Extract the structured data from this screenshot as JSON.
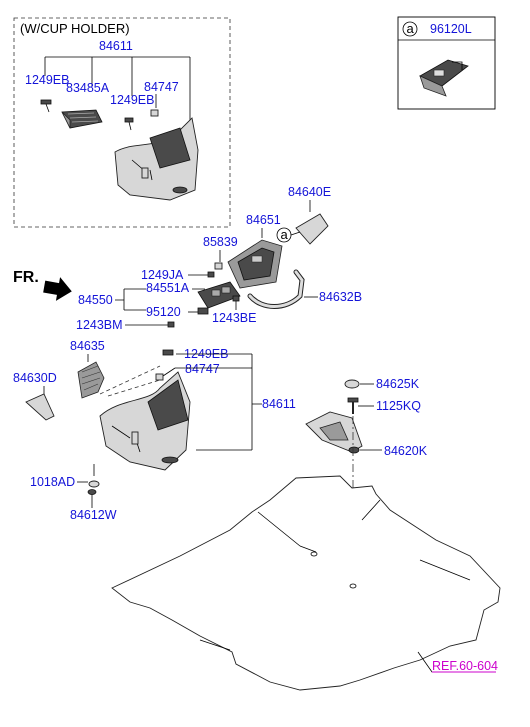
{
  "inset": {
    "title": "(W/CUP HOLDER)",
    "part": "84611",
    "parts": [
      "1249EB",
      "83485A",
      "1249EB",
      "84747"
    ]
  },
  "legend": {
    "marker": "a",
    "part": "96120L"
  },
  "front_marker": "FR.",
  "labels": {
    "p84640E": "84640E",
    "p84651": "84651",
    "p85839": "85839",
    "callout_a": "a",
    "p1249JA": "1249JA",
    "p84551A": "84551A",
    "p84550": "84550",
    "p84632B": "84632B",
    "p95120": "95120",
    "p1243BE": "1243BE",
    "p1243BM": "1243BM",
    "p84635": "84635",
    "p1249EB": "1249EB",
    "p84747": "84747",
    "p84630D": "84630D",
    "p84611": "84611",
    "p84625K": "84625K",
    "p1125KQ": "1125KQ",
    "p84620K": "84620K",
    "p1018AD": "1018AD",
    "p84612W": "84612W"
  },
  "reference": "REF.60-604",
  "colors": {
    "label": "#1414d8",
    "reference": "#cc00cc",
    "line": "#000000"
  }
}
